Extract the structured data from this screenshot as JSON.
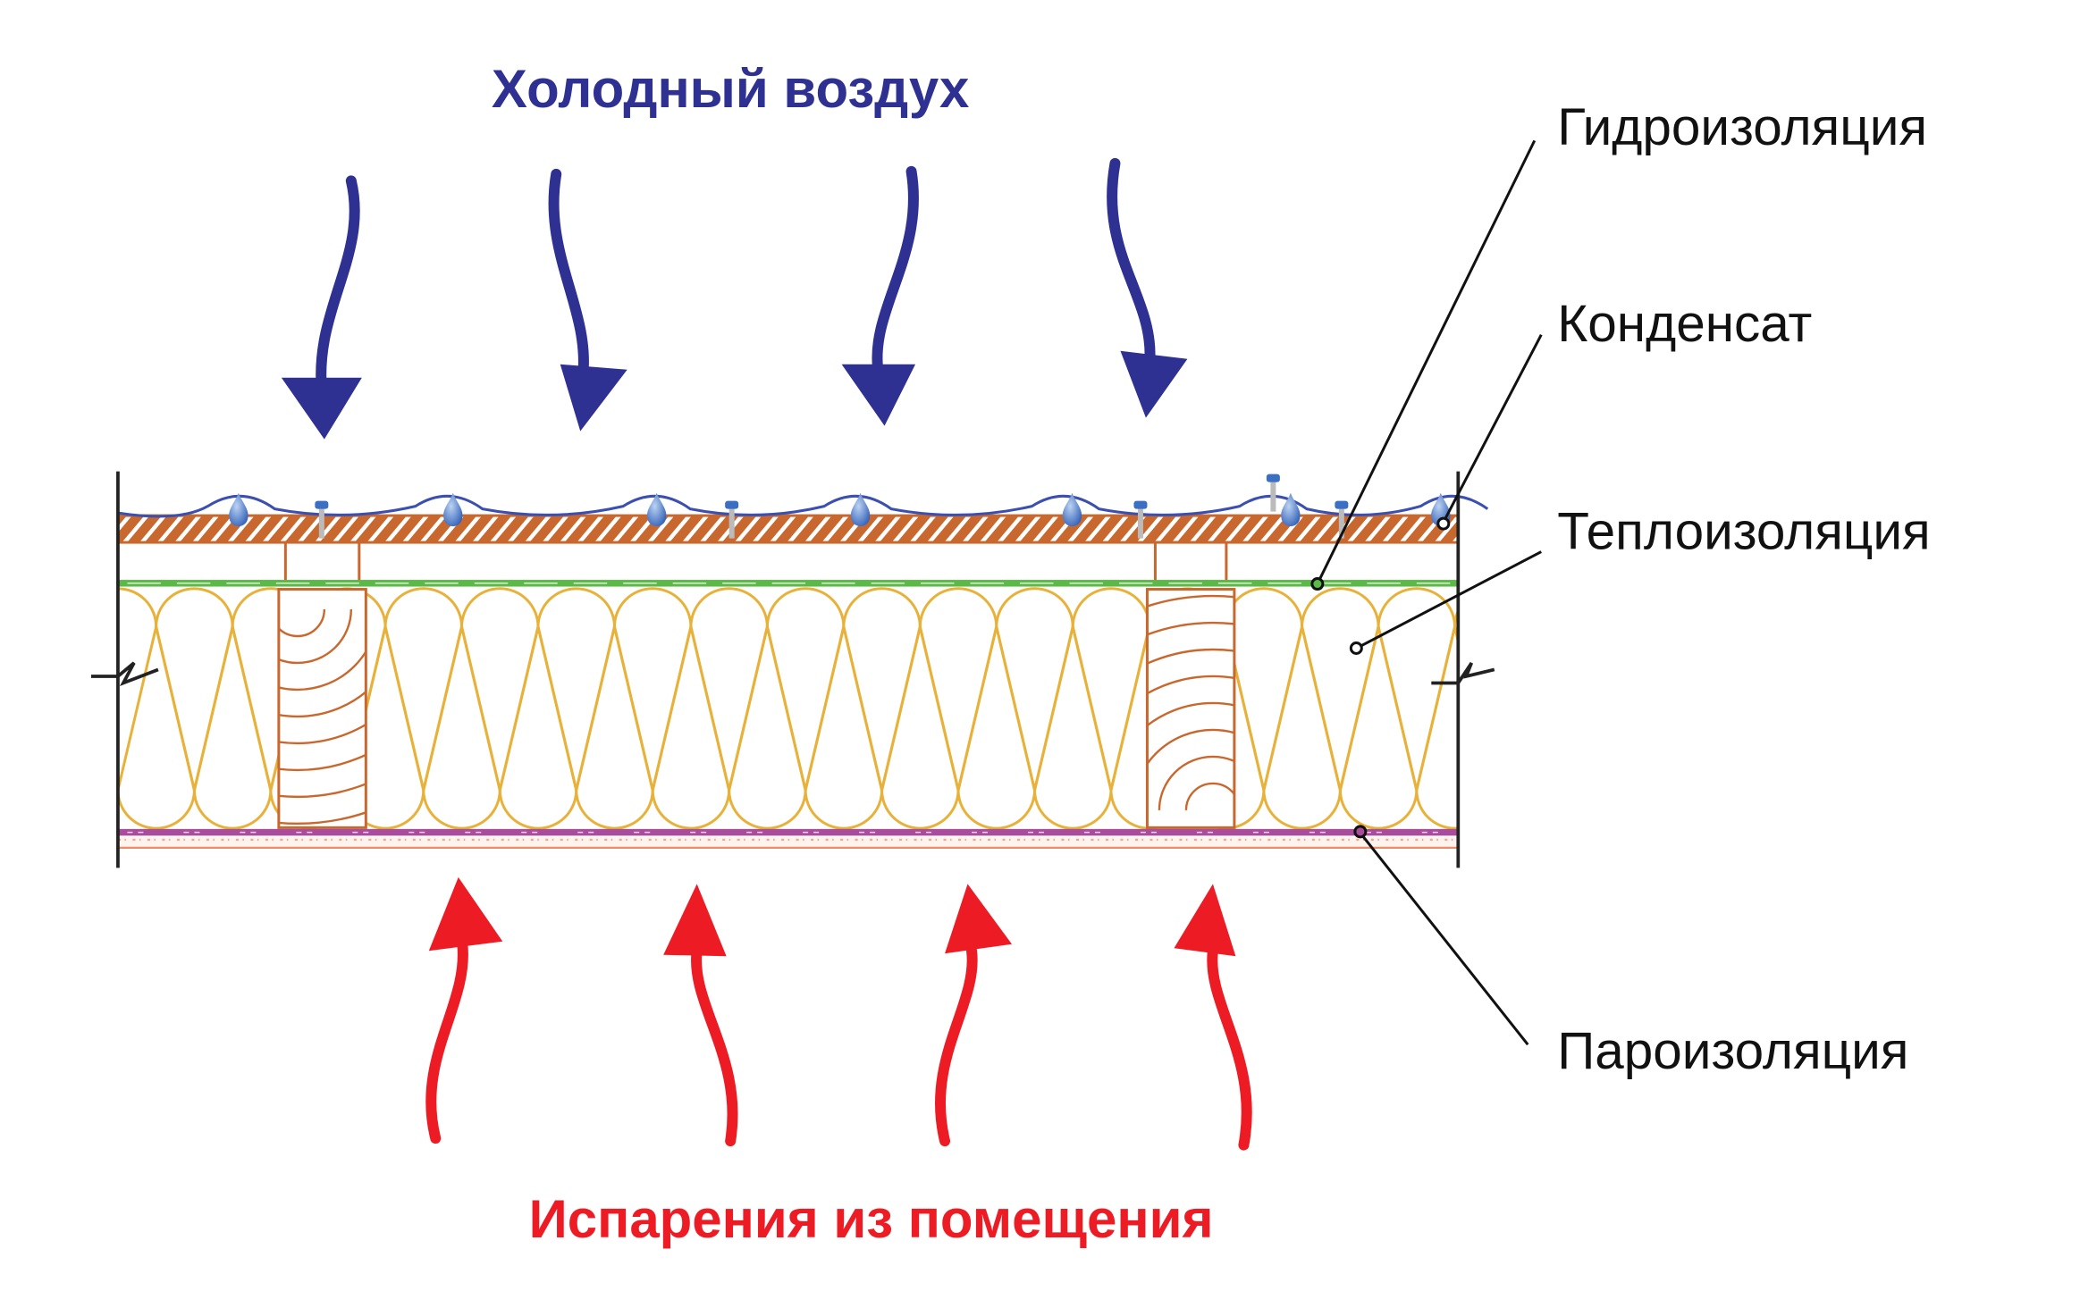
{
  "top_caption": "Холодный воздух",
  "bottom_caption": "Испарения из помещения",
  "labels": {
    "waterproofing": "Гидроизоляция",
    "condensate": "Конденсат",
    "insulation": "Теплоизоляция",
    "vapor_barrier": "Пароизоляция"
  },
  "colors": {
    "cold_air": "#2e3192",
    "vapor": "#ed1c24",
    "wood": "#c8682e",
    "insulation": "#e8b23a",
    "membrane": "#5ab947",
    "vapor_barrier": "#a94c9c",
    "droplet": "#3a6fc4"
  },
  "icons": [
    "cold-air-arrow",
    "vapor-arrow",
    "water-droplet",
    "nail"
  ]
}
